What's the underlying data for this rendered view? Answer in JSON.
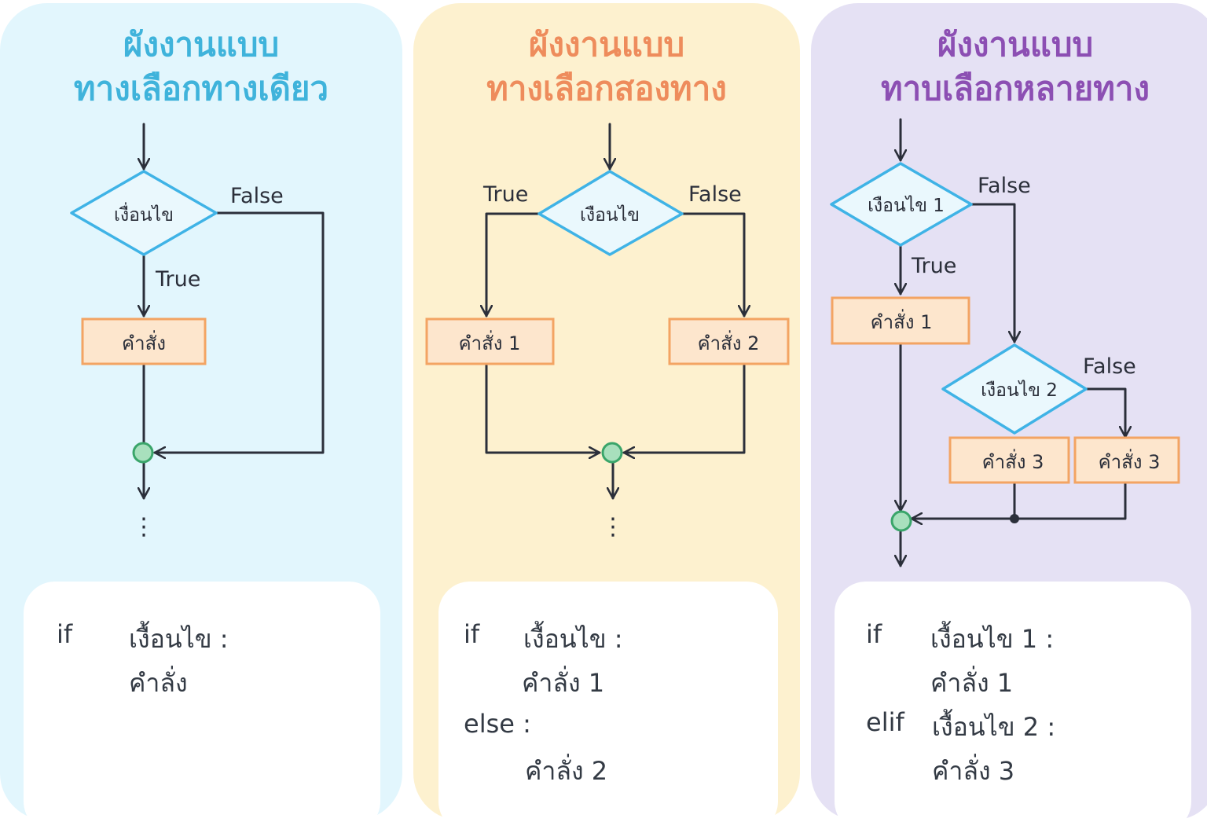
{
  "panels": [
    {
      "title_line1": "ผังงานแบบ",
      "title_line2": "ทางเลือกทางเดียว",
      "condition": "เงื่อนไข",
      "label_false": "False",
      "label_true": "True",
      "command": "คำสั่ง",
      "ellipsis": "⋮",
      "code": {
        "kw_if": "if",
        "cond": "เงื้อนไข :",
        "cmd": "คำลั่ง"
      }
    },
    {
      "title_line1": "ผังงานแบบ",
      "title_line2": "ทางเลือกสองทาง",
      "condition": "เงือนไข",
      "label_true": "True",
      "label_false": "False",
      "command1": "คำสั่ง 1",
      "command2": "คำสั่ง 2",
      "ellipsis": "⋮",
      "code": {
        "kw_if": "if",
        "cond": "เงื้อนไข :",
        "cmd1": "คำลั่ง 1",
        "kw_else": "else :",
        "cmd2": "คำลั่ง 2"
      }
    },
    {
      "title_line1": "ผังงานแบบ",
      "title_line2": "ทาบเลือกหลายทาง",
      "condition1": "เงือนไข 1",
      "condition2": "เงือนไข 2",
      "label_false1": "False",
      "label_true": "True",
      "label_false2": "False",
      "command1": "คำสั่ง 1",
      "command3a": "คำสั่ง 3",
      "command3b": "คำสั่ง 3",
      "ellipsis": "⋮",
      "code": {
        "kw_if": "if",
        "cond1": "เงื้อนไข 1 :",
        "cmd1": "คำลั่ง 1",
        "kw_elif": "elif",
        "cond2": "เงื้อนไข 2 :",
        "cmd3": "คำลั่ง 3"
      }
    }
  ],
  "colors": {
    "decision_stroke": "#3fb3e6",
    "decision_fill": "#eaf8fd",
    "process_stroke": "#f3a463",
    "process_fill": "#fde6cd",
    "connector_stroke": "#3aa56a",
    "connector_fill": "#a8e0bd",
    "line": "#2b2f3a"
  }
}
